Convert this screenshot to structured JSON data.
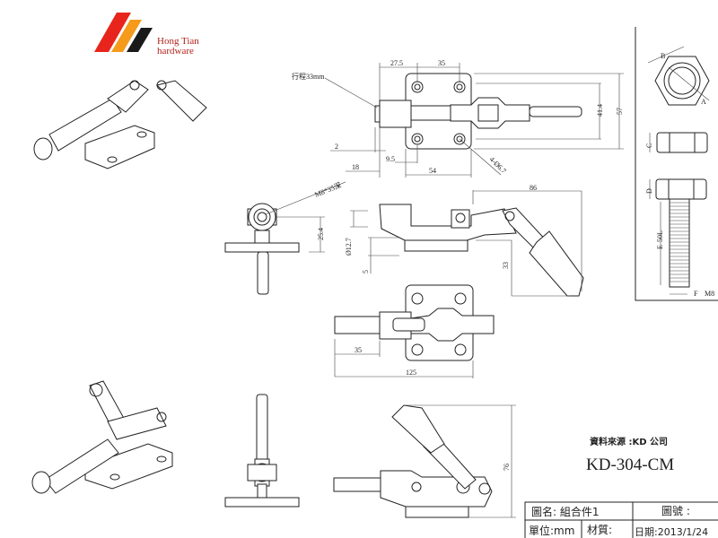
{
  "logo": {
    "line1": "Hong Tian",
    "line2": "hardware",
    "colors": {
      "red": "#e8251c",
      "orange": "#f59a1b",
      "black": "#1a1a1a",
      "text": "#b0231a"
    }
  },
  "top_view": {
    "stroke_label": "行程33mm",
    "dim_27_5": "27.5",
    "dim_35": "35",
    "dim_41_4": "41.4",
    "dim_57": "57",
    "dim_2": "2",
    "dim_9_5": "9.5",
    "dim_18": "18",
    "dim_54": "54",
    "hole_label": "4-Ø6.7"
  },
  "front_view": {
    "thread_label": "M8*35深",
    "dim_25_4": "25.4"
  },
  "side_view": {
    "dim_86": "86",
    "dim_12_7": "Ø12.7",
    "dim_5": "5",
    "dim_33": "33"
  },
  "bottom_view": {
    "dim_35": "35",
    "dim_125": "125"
  },
  "lower_side_view": {
    "dim_76": "76"
  },
  "bolt_panel": {
    "label_a": "A",
    "label_b": "B",
    "label_c": "C",
    "label_d": "D",
    "label_e": "E",
    "label_e_value": "50L",
    "label_f": "F",
    "label_thread": "M8"
  },
  "title_block": {
    "source": "資料來源 :KD 公司",
    "model": "KD-304-CM",
    "drawing_name": "圖名: 組合件1",
    "drawing_no": "圖號 :",
    "unit": "單位:mm",
    "material": "材質:",
    "date": "日期:2013/1/24"
  }
}
